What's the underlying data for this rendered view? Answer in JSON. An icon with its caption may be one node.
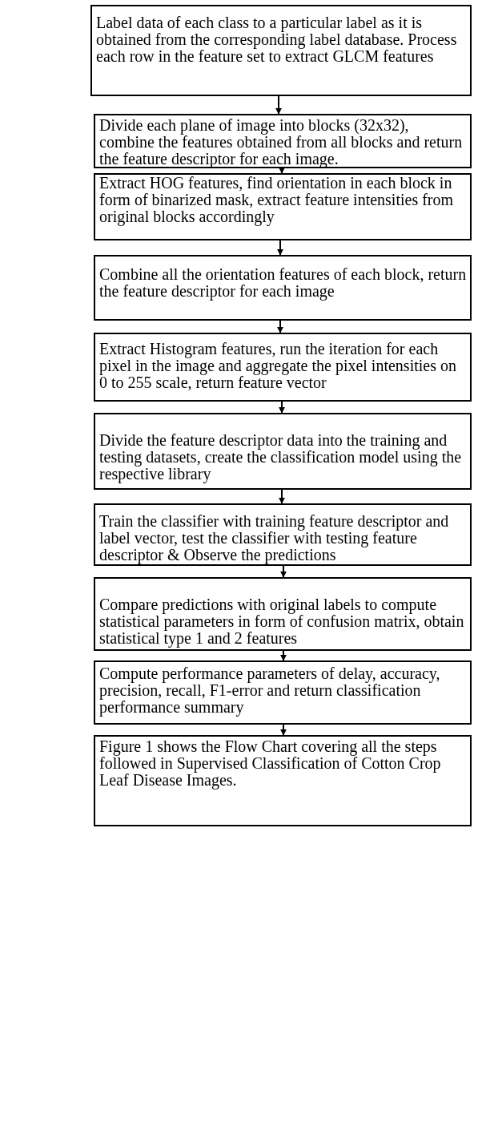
{
  "diagram": {
    "nodes": [
      {
        "text": [
          "Label data of each class to a particular label as it is obtained from the corresponding label database. Process each row in the feature set to extract GLCM features"
        ]
      },
      {
        "text": [
          "Divide each plane of image into blocks (32x32), combine the features obtained from all blocks and return the feature descriptor for each image."
        ]
      },
      {
        "text": [
          "Extract HOG features, find orientation in each block in form of binarized mask, extract feature intensities from original blocks accordingly"
        ]
      },
      {
        "text": [
          "Combine all the orientation features of each block, return the feature descriptor for each image"
        ]
      },
      {
        "text": [
          "Extract Histogram features, run the iteration for each pixel in the image and aggregate the pixel intensities on 0 to 255 scale, return feature vector"
        ]
      },
      {
        "text": [
          "Divide the feature descriptor data into the training and testing datasets, create the classification model using the respective library"
        ]
      },
      {
        "text": [
          "Train the classifier with training feature descriptor and label vector, test the classifier with testing feature descriptor & Observe the predictions"
        ]
      },
      {
        "text": [
          "Compare predictions with original labels to compute statistical parameters in form of confusion matrix, obtain statistical type 1 and 2 features"
        ]
      },
      {
        "text": [
          "Compute performance parameters of delay, accuracy, precision, recall, F1-error and return classification performance summary"
        ]
      },
      {
        "text": [
          "Figure 1 shows the Flow Chart covering all the steps followed in Supervised Classification of Cotton Crop Leaf Disease Images."
        ]
      }
    ],
    "edges": [
      {
        "from": 0,
        "to": 1,
        "arrow": "to"
      },
      {
        "from": 1,
        "to": 2,
        "arrow": "to"
      },
      {
        "from": 2,
        "to": 3,
        "arrow": "to"
      },
      {
        "from": 3,
        "to": 4,
        "arrow": "to"
      },
      {
        "from": 4,
        "to": 5,
        "arrow": "to"
      },
      {
        "from": 5,
        "to": 6,
        "arrow": "to"
      },
      {
        "from": 6,
        "to": 7,
        "arrow": "to"
      },
      {
        "from": 7,
        "to": 8,
        "arrow": "to"
      },
      {
        "from": 8,
        "to": 9,
        "arrow": "to"
      }
    ]
  }
}
